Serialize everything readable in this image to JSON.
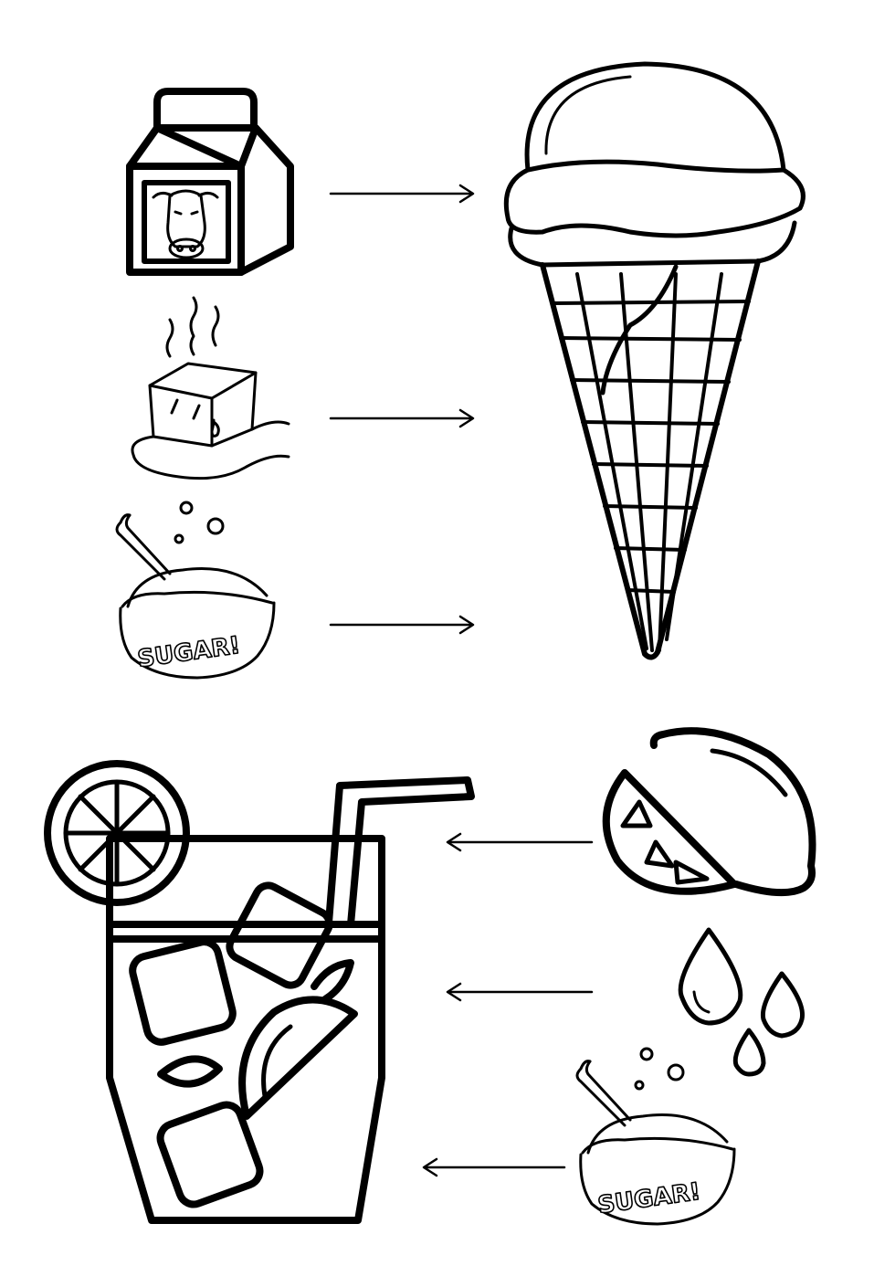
{
  "colors": {
    "ink": "#000000",
    "paper": "#ffffff"
  },
  "sections": [
    {
      "id": "ice-cream",
      "ingredients": [
        {
          "icon": "milk-carton-icon"
        },
        {
          "icon": "melting-butter-icon"
        },
        {
          "icon": "sugar-bowl-icon",
          "label": "SUGAR!"
        }
      ],
      "product": {
        "icon": "ice-cream-cone-icon"
      },
      "arrow_direction": "right"
    },
    {
      "id": "lemonade",
      "ingredients": [
        {
          "icon": "lemon-icon"
        },
        {
          "icon": "water-drops-icon"
        },
        {
          "icon": "sugar-bowl-icon",
          "label": "SUGAR!"
        }
      ],
      "product": {
        "icon": "lemonade-glass-icon"
      },
      "arrow_direction": "left"
    }
  ]
}
